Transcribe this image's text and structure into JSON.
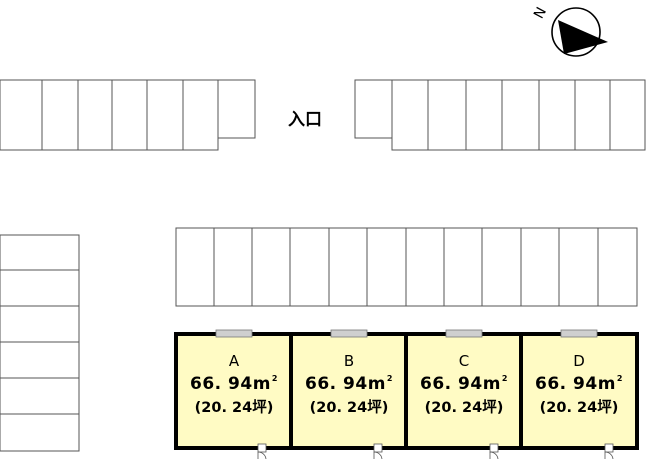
{
  "compass": {
    "north_label": "N",
    "icon": "north-arrow-icon"
  },
  "entrance_label": "入口",
  "parking_slot_counts": {
    "top_left_row": 7,
    "top_right_row": 8,
    "left_column": 6,
    "middle_row": 12
  },
  "units": [
    {
      "id": "A",
      "area": "66. 94m",
      "area_unit_sup": "2",
      "tsubo": "(20. 24坪)"
    },
    {
      "id": "B",
      "area": "66. 94m",
      "area_unit_sup": "2",
      "tsubo": "(20. 24坪)"
    },
    {
      "id": "C",
      "area": "66. 94m",
      "area_unit_sup": "2",
      "tsubo": "(20. 24坪)"
    },
    {
      "id": "D",
      "area": "66. 94m",
      "area_unit_sup": "2",
      "tsubo": "(20. 24坪)"
    }
  ],
  "colors": {
    "unit_fill": "#fffbc4",
    "wall": "#000000",
    "lines": "#555555",
    "window": "#cfcfcf"
  }
}
